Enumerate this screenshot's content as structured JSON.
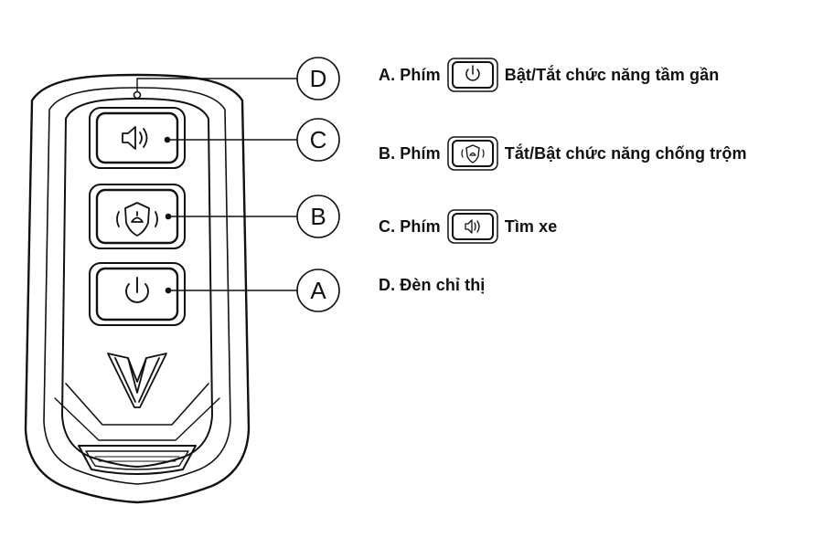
{
  "callouts": {
    "a": "A",
    "b": "B",
    "c": "C",
    "d": "D"
  },
  "legend": [
    {
      "letter": "A",
      "prefix": "A. Phím",
      "icon": "power-icon",
      "description": "Bật/Tắt chức năng tầm gần"
    },
    {
      "letter": "B",
      "prefix": "B. Phím",
      "icon": "anti-theft-shield-icon",
      "description": "Tắt/Bật chức năng chống trộm"
    },
    {
      "letter": "C",
      "prefix": "C. Phím",
      "icon": "speaker-icon",
      "description": "Tìm xe"
    },
    {
      "letter": "D",
      "prefix": "",
      "icon": "",
      "description": "D. Đèn chỉ thị"
    }
  ],
  "colors": {
    "stroke": "#111111",
    "fill": "#ffffff"
  }
}
